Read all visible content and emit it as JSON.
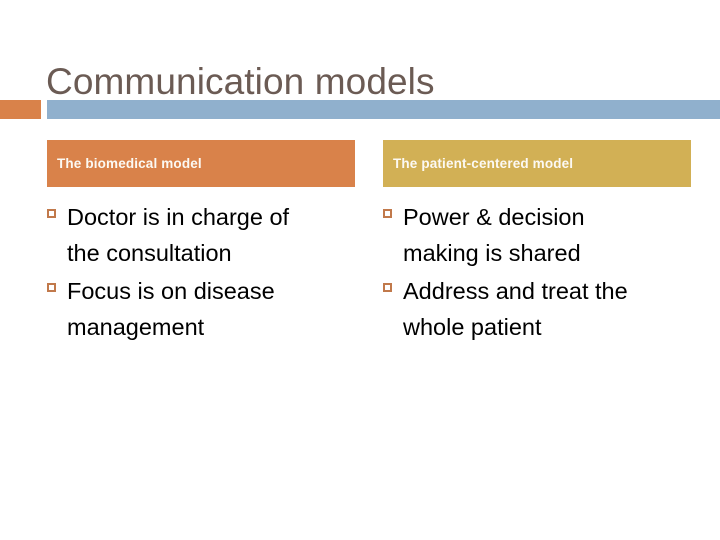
{
  "slide": {
    "title": "Communication models",
    "title_color": "#6B5B54",
    "background_color": "#FFFFFF",
    "accent": {
      "square_color": "#D9824A",
      "bar_color": "#90B0CD"
    },
    "columns": [
      {
        "header": "The biomedical model",
        "header_bg": "#D9824A",
        "header_text_color": "#FCF9F3",
        "bullet_marker": "hollow-square-bullet",
        "bullet_color": "#C1794B",
        "bullets": [
          "Doctor is in charge of the consultation",
          "Focus is on disease management"
        ]
      },
      {
        "header": "The patient-centered model",
        "header_bg": "#D2B055",
        "header_text_color": "#FCF9F3",
        "bullet_marker": "hollow-square-bullet",
        "bullet_color": "#C1794B",
        "bullets": [
          "Power & decision making is shared",
          "Address and treat the whole patient"
        ]
      }
    ]
  }
}
